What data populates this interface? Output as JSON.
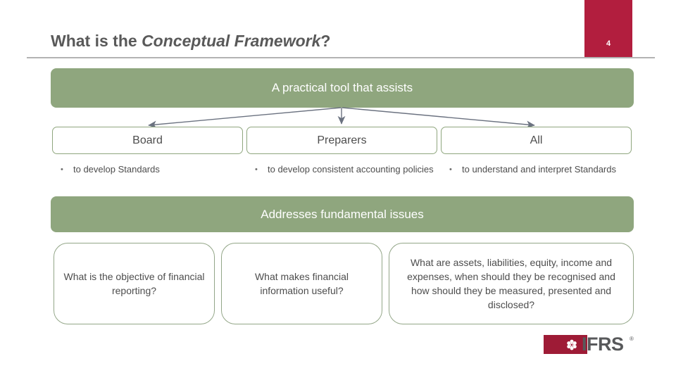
{
  "slide": {
    "page_number": "4",
    "title_prefix": "What is the ",
    "title_emphasis": "Conceptual Framework",
    "title_suffix": "?",
    "accent_red": "#b21e3e",
    "accent_green": "#8fa67e",
    "text_gray": "#4d4d4d",
    "rule_gray": "#b3b3b3"
  },
  "banners": {
    "top": "A practical tool that assists",
    "middle": "Addresses fundamental issues"
  },
  "audiences": [
    {
      "title": "Board",
      "bullet_marker": "•",
      "bullet": "to develop Standards"
    },
    {
      "title": "Preparers",
      "bullet_marker": "•",
      "bullet": "to develop consistent accounting policies"
    },
    {
      "title": "All",
      "bullet_marker": "•",
      "bullet": "to understand and interpret Standards"
    }
  ],
  "questions": [
    "What is the objective of financial reporting?",
    "What makes financial information useful?",
    "What are assets, liabilities, equity, income and expenses, when should they be recognised and how should they be measured, presented and disclosed?"
  ],
  "logo": {
    "wordmark": "IFRS",
    "trademark": "®",
    "icon_name": "ifrs-rosette-icon",
    "red": "#9e1b36",
    "gray": "#58595b"
  }
}
